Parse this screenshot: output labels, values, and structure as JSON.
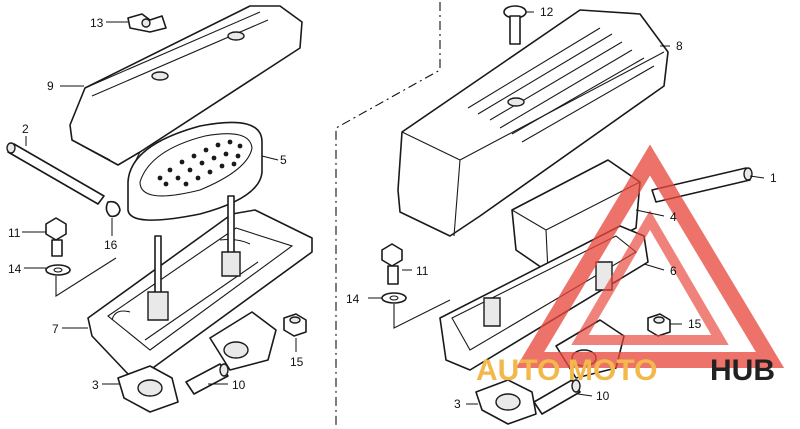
{
  "callouts": {
    "c1": "1",
    "c2": "2",
    "c3a": "3",
    "c3b": "3",
    "c4": "4",
    "c5": "5",
    "c6": "6",
    "c7": "7",
    "c8": "8",
    "c9": "9",
    "c10a": "10",
    "c10b": "10",
    "c11a": "11",
    "c11b": "11",
    "c12": "12",
    "c13": "13",
    "c14a": "14",
    "c14b": "14",
    "c15a": "15",
    "c15b": "15",
    "c16": "16"
  },
  "watermark": {
    "word_auto": "AUTO",
    "word_moto": "MOTO",
    "word_hub": "HUB",
    "accent_color": "#e8483c",
    "secondary_color": "#f2b84b",
    "hub_color": "#222222"
  }
}
